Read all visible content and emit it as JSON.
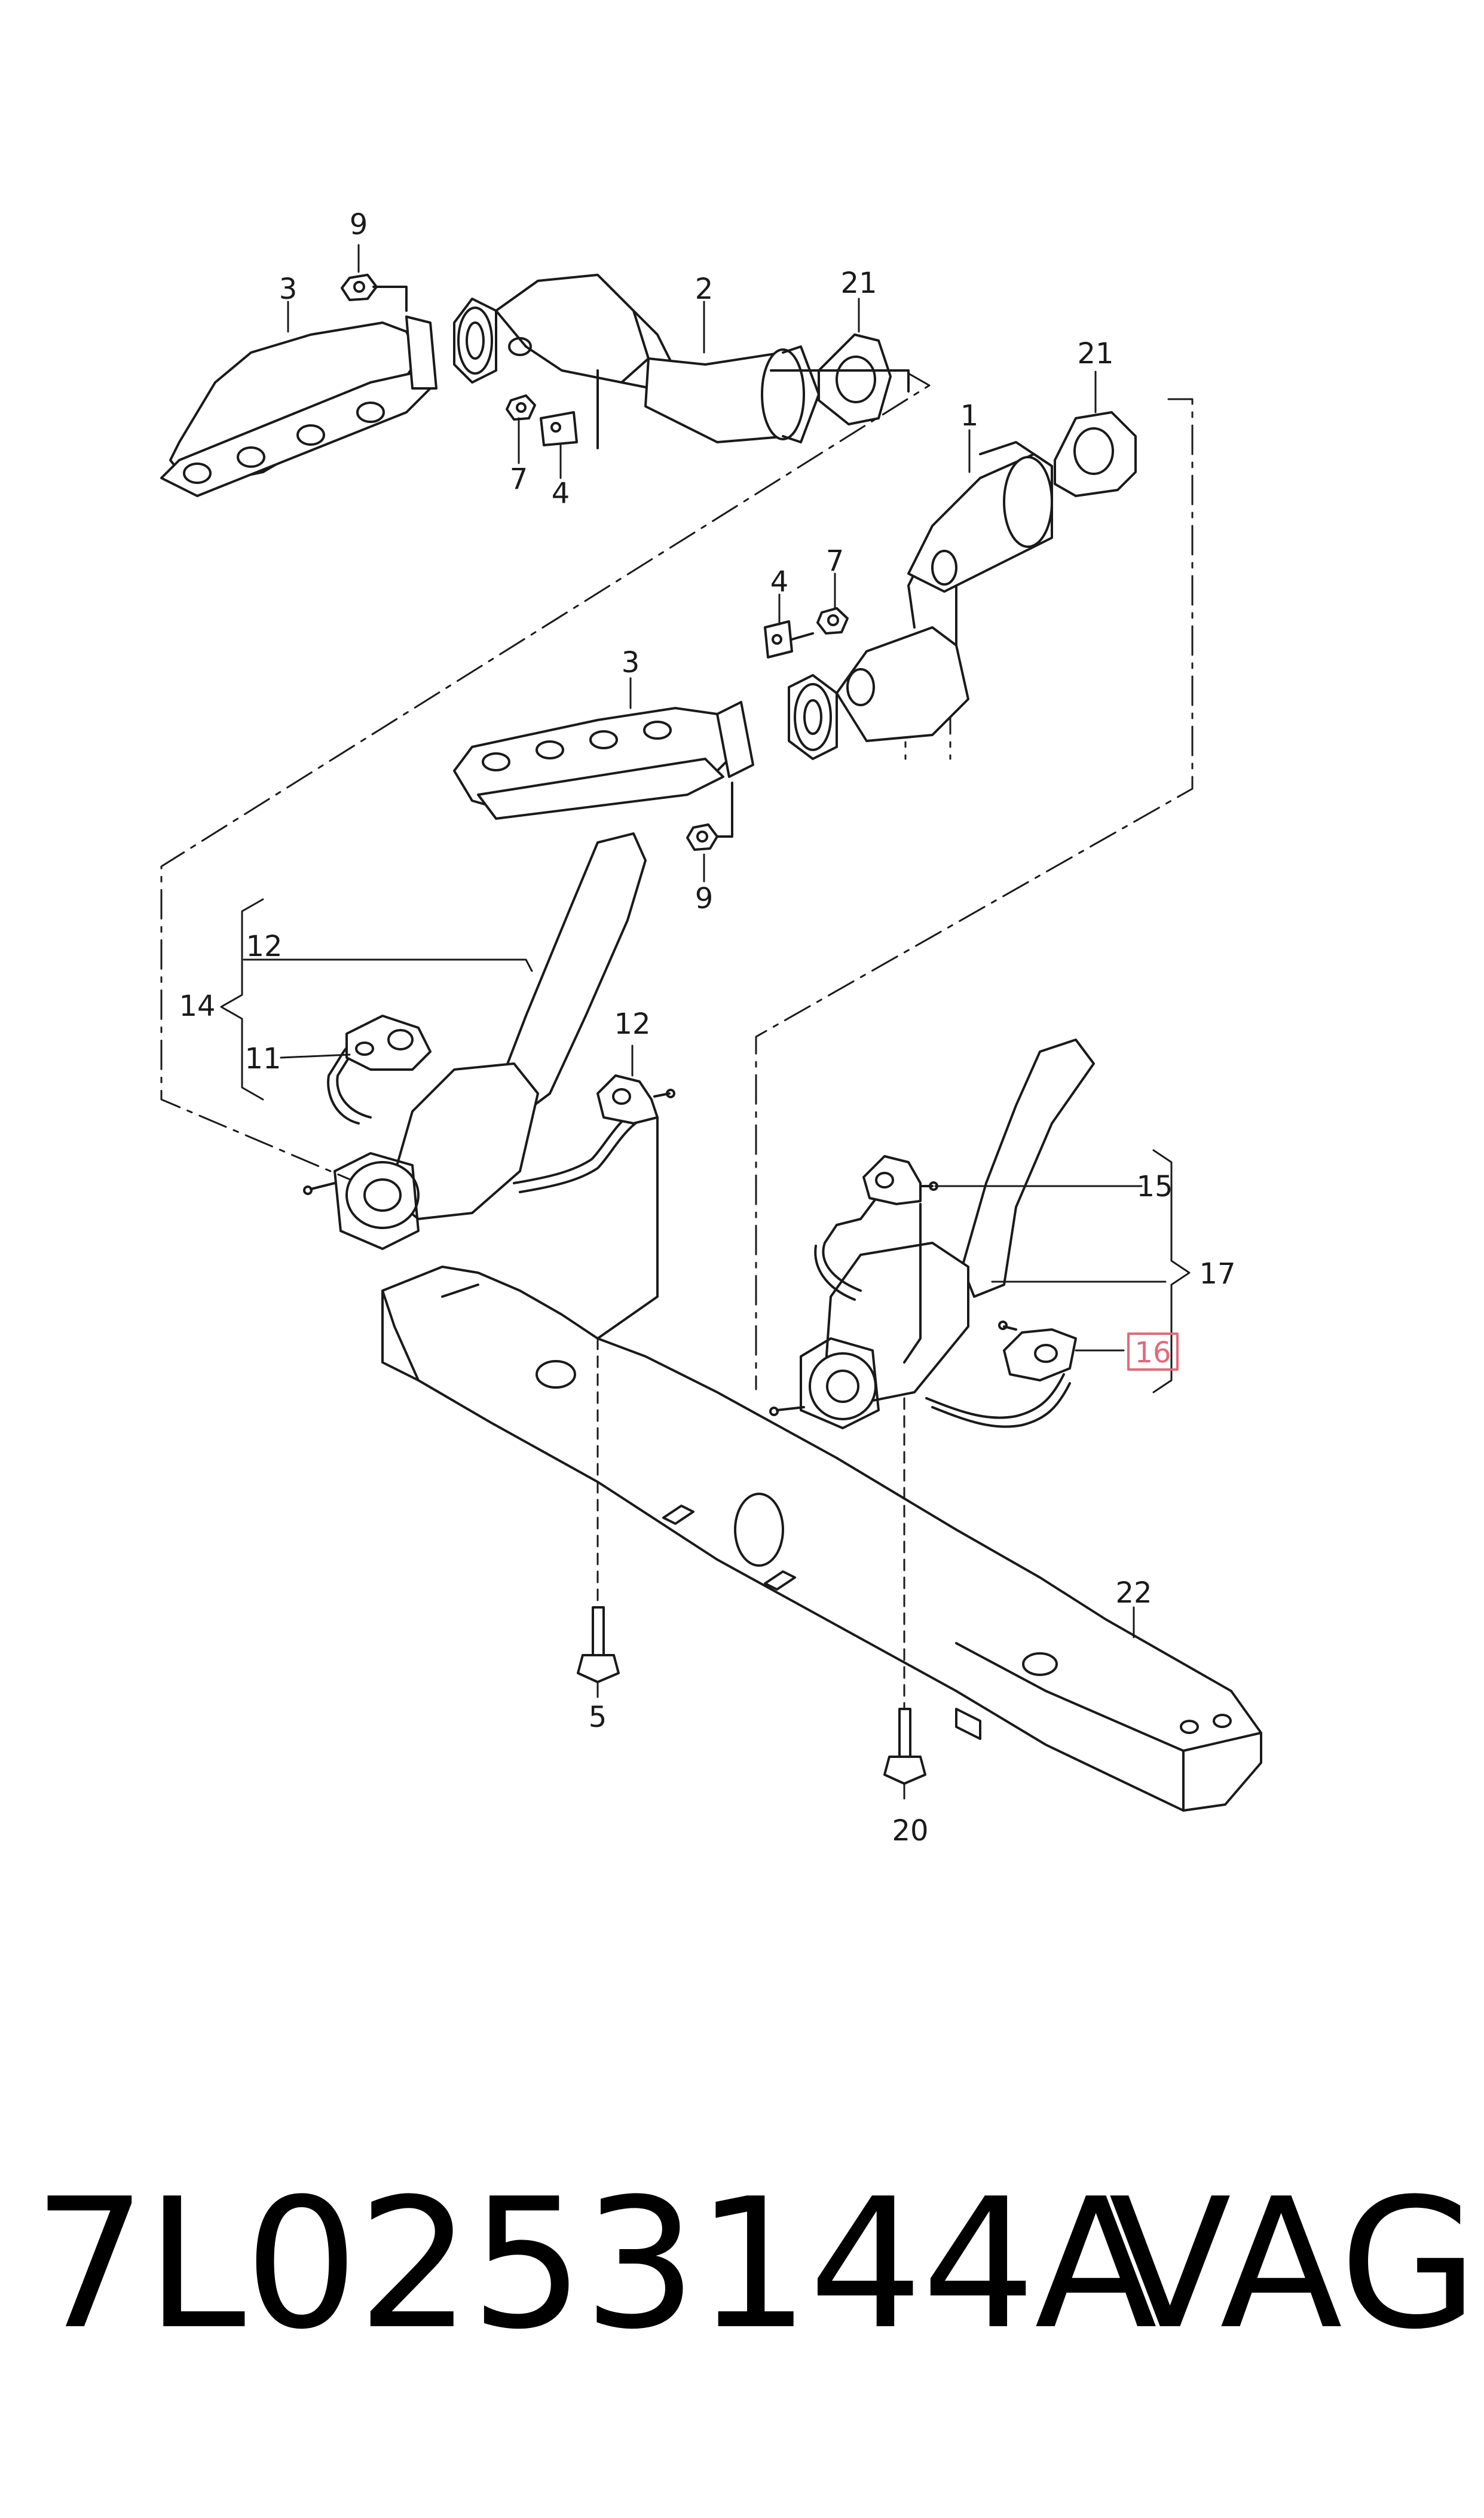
{
  "callouts": {
    "c9a": "9",
    "c3a": "3",
    "c2": "2",
    "c21a": "21",
    "c7a": "7",
    "c4a": "4",
    "c21b": "21",
    "c1": "1",
    "c7b": "7",
    "c4b": "4",
    "c3b": "3",
    "c9b": "9",
    "c12a": "12",
    "c14": "14",
    "c11": "11",
    "c12b": "12",
    "c15": "15",
    "c17": "17",
    "c16": "16",
    "c22": "22",
    "c5": "5",
    "c20": "20"
  },
  "highlighted_callout": "16",
  "highlight_color": "#e06a7a",
  "footer": {
    "part_number": "7L0253144A",
    "brand": "VAG"
  }
}
